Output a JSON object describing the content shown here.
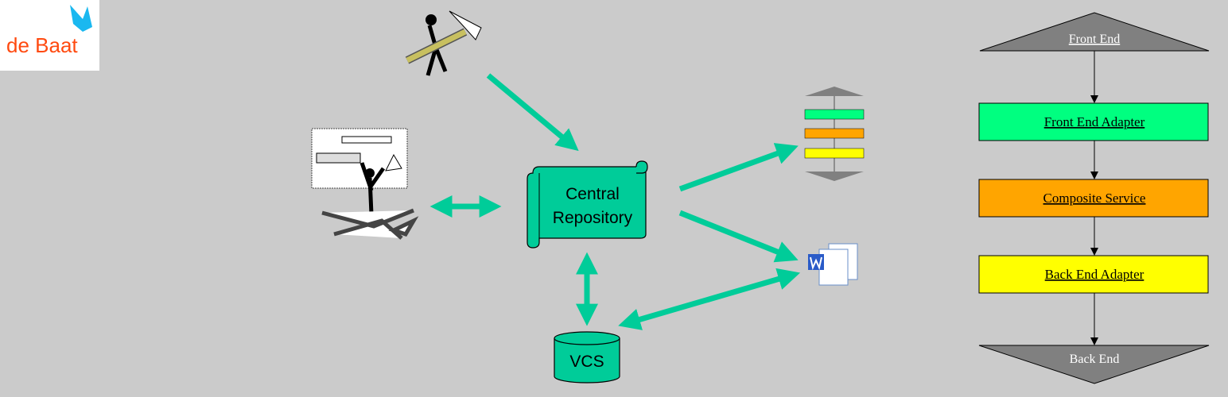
{
  "logo": {
    "text": "de Baat",
    "colors": {
      "primary": "#ff4a10",
      "secondary": "#1ab8f0"
    }
  },
  "diagram": {
    "central_repository": {
      "line1": "Central",
      "line2": "Repository"
    },
    "vcs": "VCS",
    "flow": {
      "top": "Front End",
      "steps": [
        "Front End Adapter",
        "Composite Service",
        "Back End Adapter"
      ],
      "bottom": "Back End"
    },
    "colors": {
      "arrow": "#00cc99",
      "repository": "#00cc99",
      "front_end_adapter": "#00ff80",
      "composite_service": "#ffa500",
      "back_end_adapter": "#ffff00",
      "terminal": "#808080",
      "background": "#cbcbcb"
    },
    "icons": [
      "builder-with-hammer-icon",
      "designer-at-whiteboard-icon",
      "flowchart-thumbnail-icon",
      "word-documents-icon"
    ]
  }
}
